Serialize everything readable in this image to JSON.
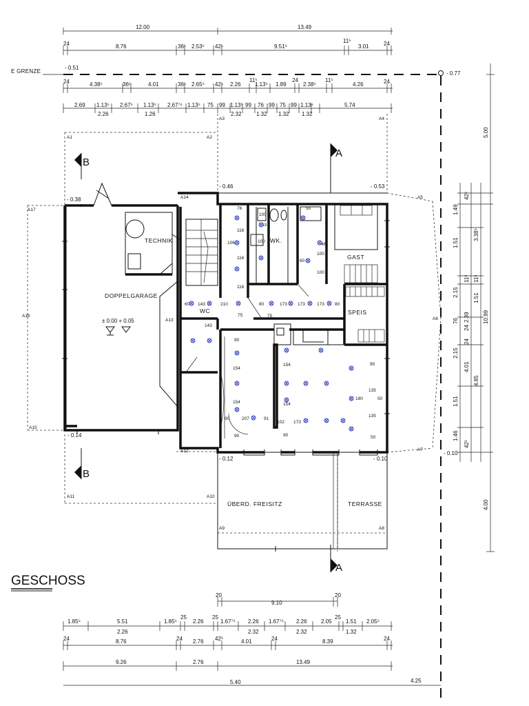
{
  "plan": {
    "title": "GESCHOSS",
    "grenze": "E GRENZE",
    "grenze_level": "- 0.51",
    "right_level": "- 0.77",
    "levels": {
      "l046": "- 0.46",
      "l053": "- 0.53",
      "l038": "- 0.38",
      "l014": "- 0.14",
      "l012": "- 0.12",
      "l010a": "- 0.10",
      "l010b": "- 0.10",
      "zero": "± 0.00 + 0.05"
    },
    "rooms": {
      "technik": "TECHNIK",
      "doppelgarage": "DOPPELGARAGE",
      "wc": "WC",
      "wk": "WK.",
      "gast": "GAST",
      "speis": "SPEIS",
      "freisitz": "ÜBERD. FREISITZ",
      "terrasse": "TERRASSE"
    },
    "axes": {
      "a1": "A1",
      "a2": "A2",
      "a3": "A3",
      "a4": "A4",
      "a5": "A5",
      "a6": "A6",
      "a7": "A7",
      "a8": "A8",
      "a9": "A9",
      "a10": "A10",
      "a11": "A11",
      "a12": "A12",
      "a13": "A13",
      "a14": "A14",
      "a15": "A15",
      "a16": "A16",
      "a17": "A17"
    },
    "sections": {
      "a_top": "A",
      "a_bottom": "A",
      "b_top": "B",
      "b_bottom": "B"
    },
    "top_dims": {
      "row1": [
        "12.00",
        "13.49"
      ],
      "row2": [
        "24",
        "8.76",
        "36⁵",
        "2.53⁵",
        "42⁵",
        "9.51⁵",
        "11⁵",
        "3.01",
        "24"
      ],
      "row3": [
        "24",
        "4.38⁵",
        "36⁵",
        "4.01",
        "36⁵",
        "2.65⁵",
        "42⁵",
        "2.26",
        "11⁵",
        "1.13⁵",
        "1.89",
        "24",
        "2.38⁵",
        "11⁵",
        "4.26",
        "24"
      ],
      "row4": [
        "2.69",
        "1.13⁵",
        "2.67⁵",
        "1.13⁵",
        "2.67⁷⁵",
        "1.13⁵",
        "75",
        "99",
        "1.13⁵",
        "99",
        "76",
        "99",
        "75",
        "99",
        "1.13⁵",
        "5.74"
      ],
      "row4b": [
        "2.26",
        "1.26",
        "2.32",
        "1.32",
        "1.32",
        "1.32"
      ]
    },
    "right_dims": [
      "5.00",
      "1.49",
      "42⁵",
      "3.38⁵",
      "1.51",
      "2.15",
      "11⁵",
      "1.51",
      "4.01",
      "24",
      "2.39",
      "11⁵",
      "2.15",
      "76",
      "24",
      "10.99",
      "4.85",
      "1.51",
      "1.46",
      "42⁵",
      "4.00"
    ],
    "bottom_dims": {
      "row1": [
        "20",
        "9.10",
        "20"
      ],
      "row2": [
        "1.85⁵",
        "5.51",
        "1.85⁵",
        "25",
        "2.26",
        "25",
        "1.67⁷⁵",
        "2.26",
        "1.67⁷⁵",
        "2.26",
        "2.05",
        "25",
        "1.51",
        "2.05⁵"
      ],
      "row2b": [
        "2.26",
        "2.32",
        "2.32",
        "1.32"
      ],
      "row3": [
        "24",
        "8.76",
        "24",
        "2.76",
        "42⁵",
        "4.01",
        "24",
        "8.39",
        "24"
      ],
      "row4": [
        "9.26",
        "2.76",
        "13.49"
      ],
      "row5": [
        "5.40",
        "4.25"
      ]
    },
    "inner_dims": {
      "wc_col": [
        "76",
        "116",
        "106",
        "116",
        "116"
      ],
      "wk": [
        "100",
        "63",
        "100"
      ],
      "gast_col": [
        "50",
        "46",
        "100",
        "60",
        "100"
      ],
      "corridor": [
        "60",
        "143",
        "210",
        "80",
        "173",
        "173",
        "173",
        "80"
      ],
      "corridor2": [
        "75",
        "75",
        "143"
      ],
      "living_left": [
        "90",
        "154",
        "154",
        "90",
        "207",
        "91",
        "90"
      ],
      "living_mid": [
        "154",
        "154",
        "102",
        "173",
        "90"
      ],
      "living_right": [
        "90",
        "135",
        "180",
        "50",
        "135",
        "50"
      ]
    }
  }
}
